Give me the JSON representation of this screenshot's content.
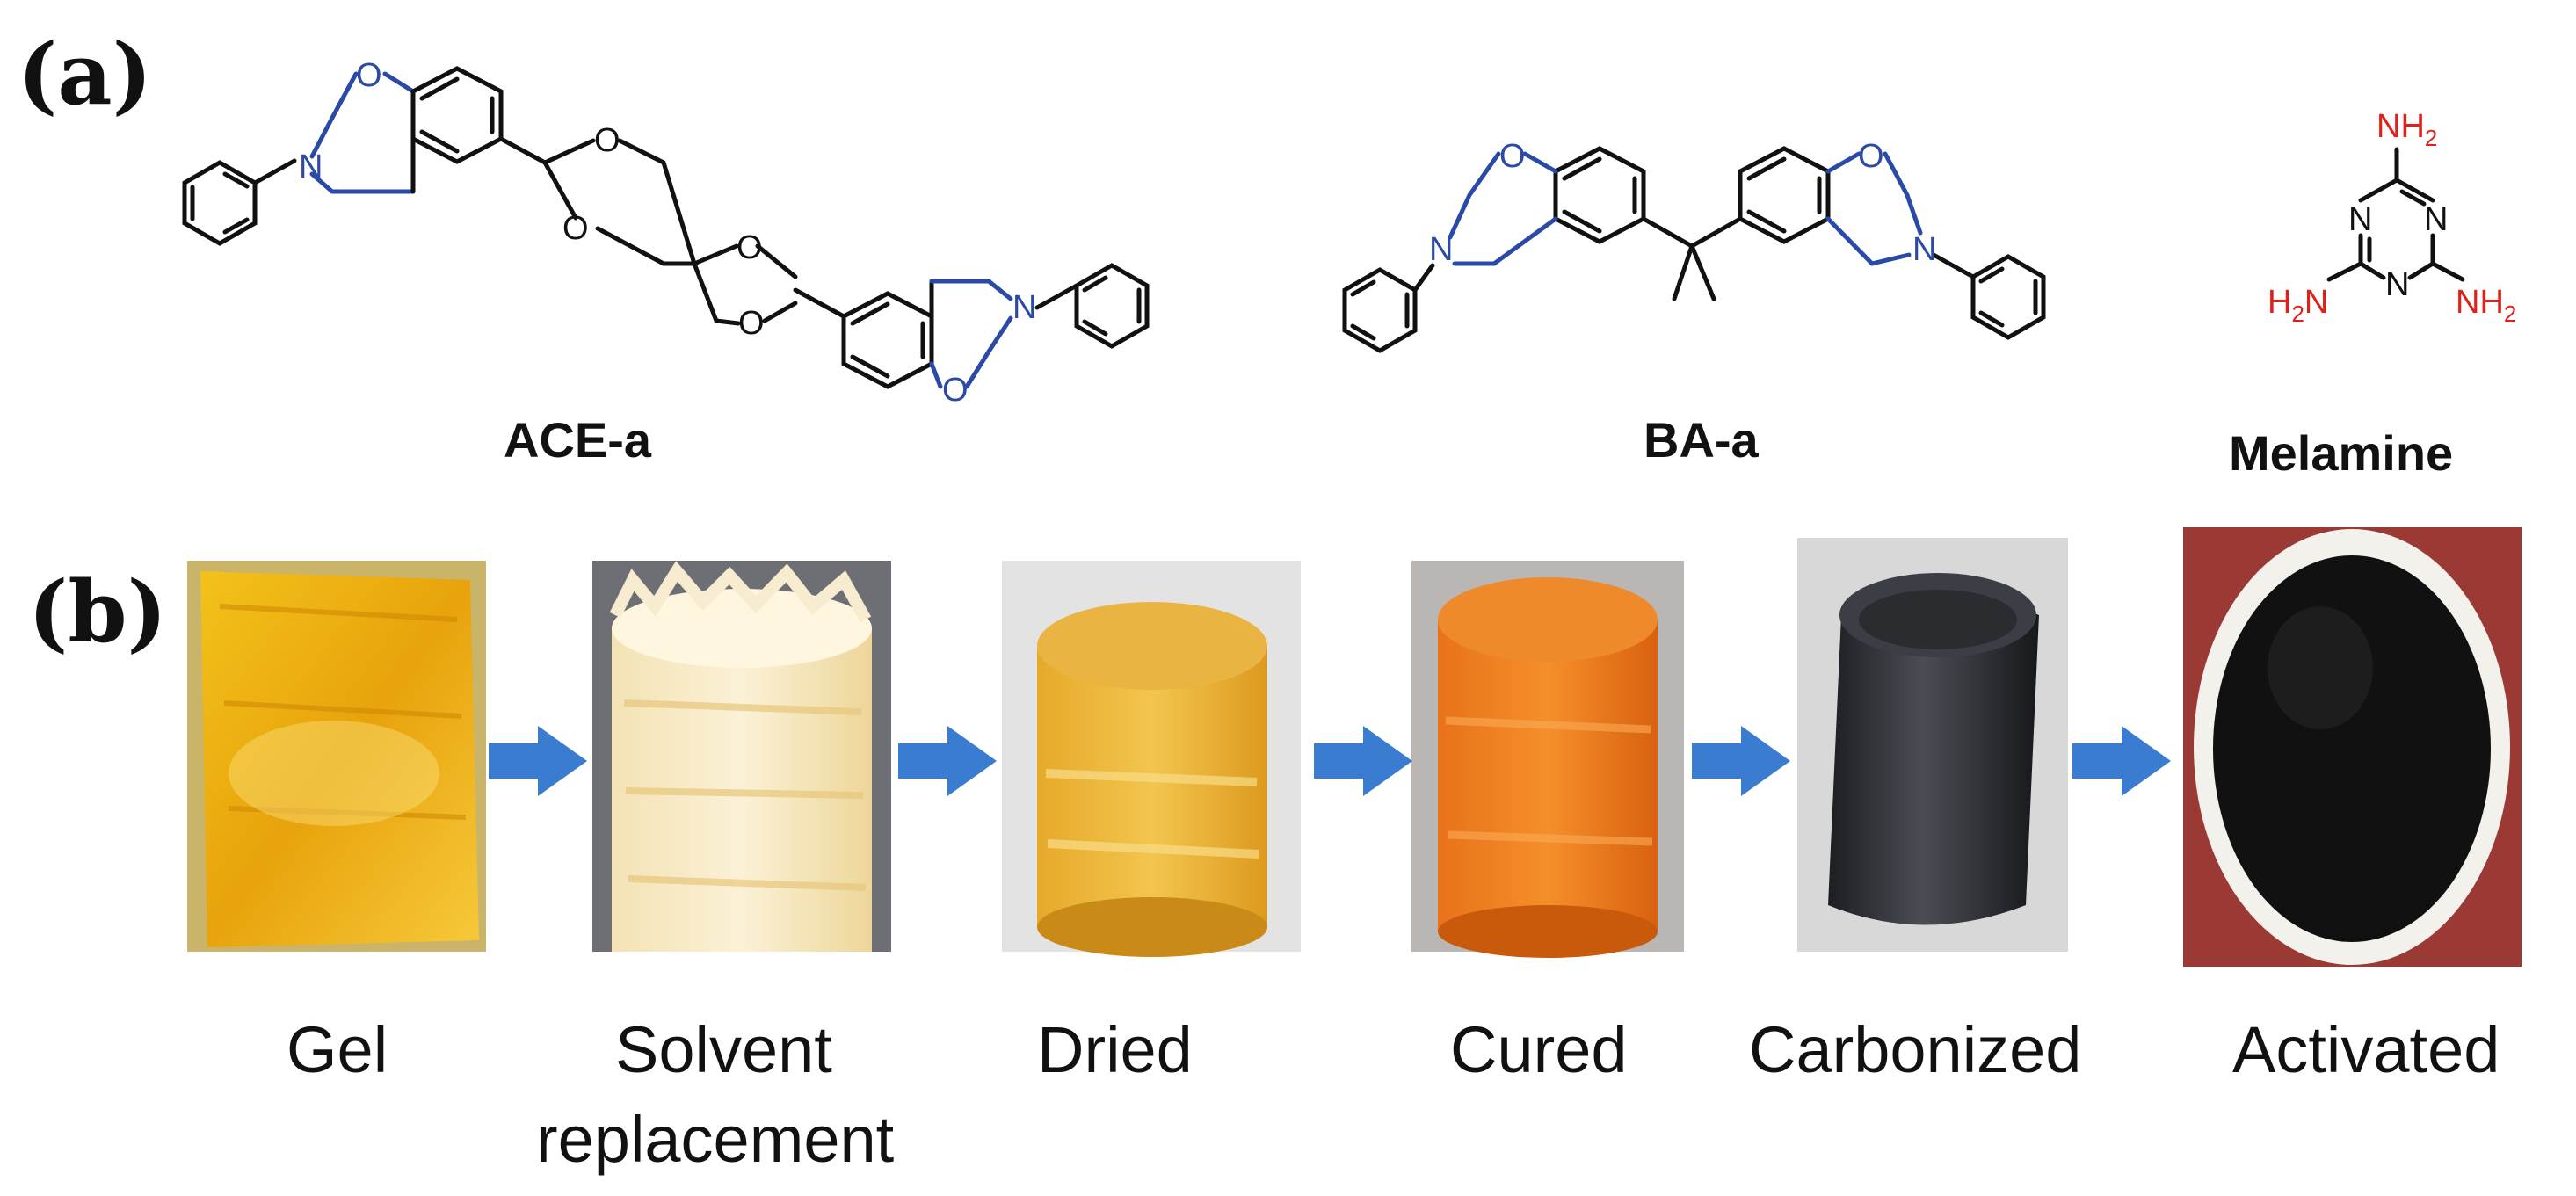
{
  "panels": {
    "a": "(a)",
    "b": "(b)"
  },
  "molecules": [
    {
      "name": "ACE-a"
    },
    {
      "name": "BA-a"
    },
    {
      "name": "Melamine"
    }
  ],
  "atoms": {
    "O": "O",
    "N": "N",
    "NH2": "NH",
    "sub2": "2",
    "H2N": "H",
    "H2N_tail": "N"
  },
  "colors": {
    "bond": "#111111",
    "oxazine": "#2b4aa8",
    "amine": "#e0201b",
    "arrow": "#3a7ccf"
  },
  "steps": [
    {
      "label": "Gel",
      "photo_icon": "yellow-gel-photo"
    },
    {
      "label": "Solvent",
      "label2": "replacement",
      "photo_icon": "pale-foam-photo"
    },
    {
      "label": "Dried",
      "photo_icon": "dried-cylinder-photo"
    },
    {
      "label": "Cured",
      "photo_icon": "orange-cylinder-photo"
    },
    {
      "label": "Carbonized",
      "photo_icon": "black-cylinder-photo"
    },
    {
      "label": "Activated",
      "photo_icon": "black-powder-dish-photo"
    }
  ]
}
